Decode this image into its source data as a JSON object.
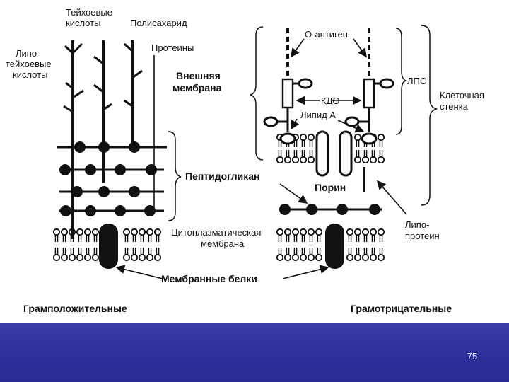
{
  "labels": {
    "teichoic": [
      "Тейхоевые",
      "кислоты"
    ],
    "polysaccharide": "Полисахарид",
    "lipoteichoic": [
      "Липо-",
      "тейхоевые",
      "кислоты"
    ],
    "proteins": "Протеины",
    "outer_membrane": [
      "Внешняя",
      "мембрана"
    ],
    "o_antigen": "О-антиген",
    "kdo": "КДО",
    "lps": "ЛПС",
    "lipid_a": "Липид А",
    "cell_wall": [
      "Клеточная",
      "стенка"
    ],
    "peptidoglycan": "Пептидогликан",
    "porin": "Порин",
    "cytoplasmic_membrane": [
      "Цитоплазматическая",
      "мембрана"
    ],
    "lipoprotein": [
      "Липо-",
      "протеин"
    ],
    "membrane_proteins": "Мембранные белки",
    "gram_positive": "Грамположительные",
    "gram_negative": "Грамотрицательные"
  },
  "page_number": "75",
  "colors": {
    "bar": "#2e2e9a",
    "ink": "#111111"
  }
}
